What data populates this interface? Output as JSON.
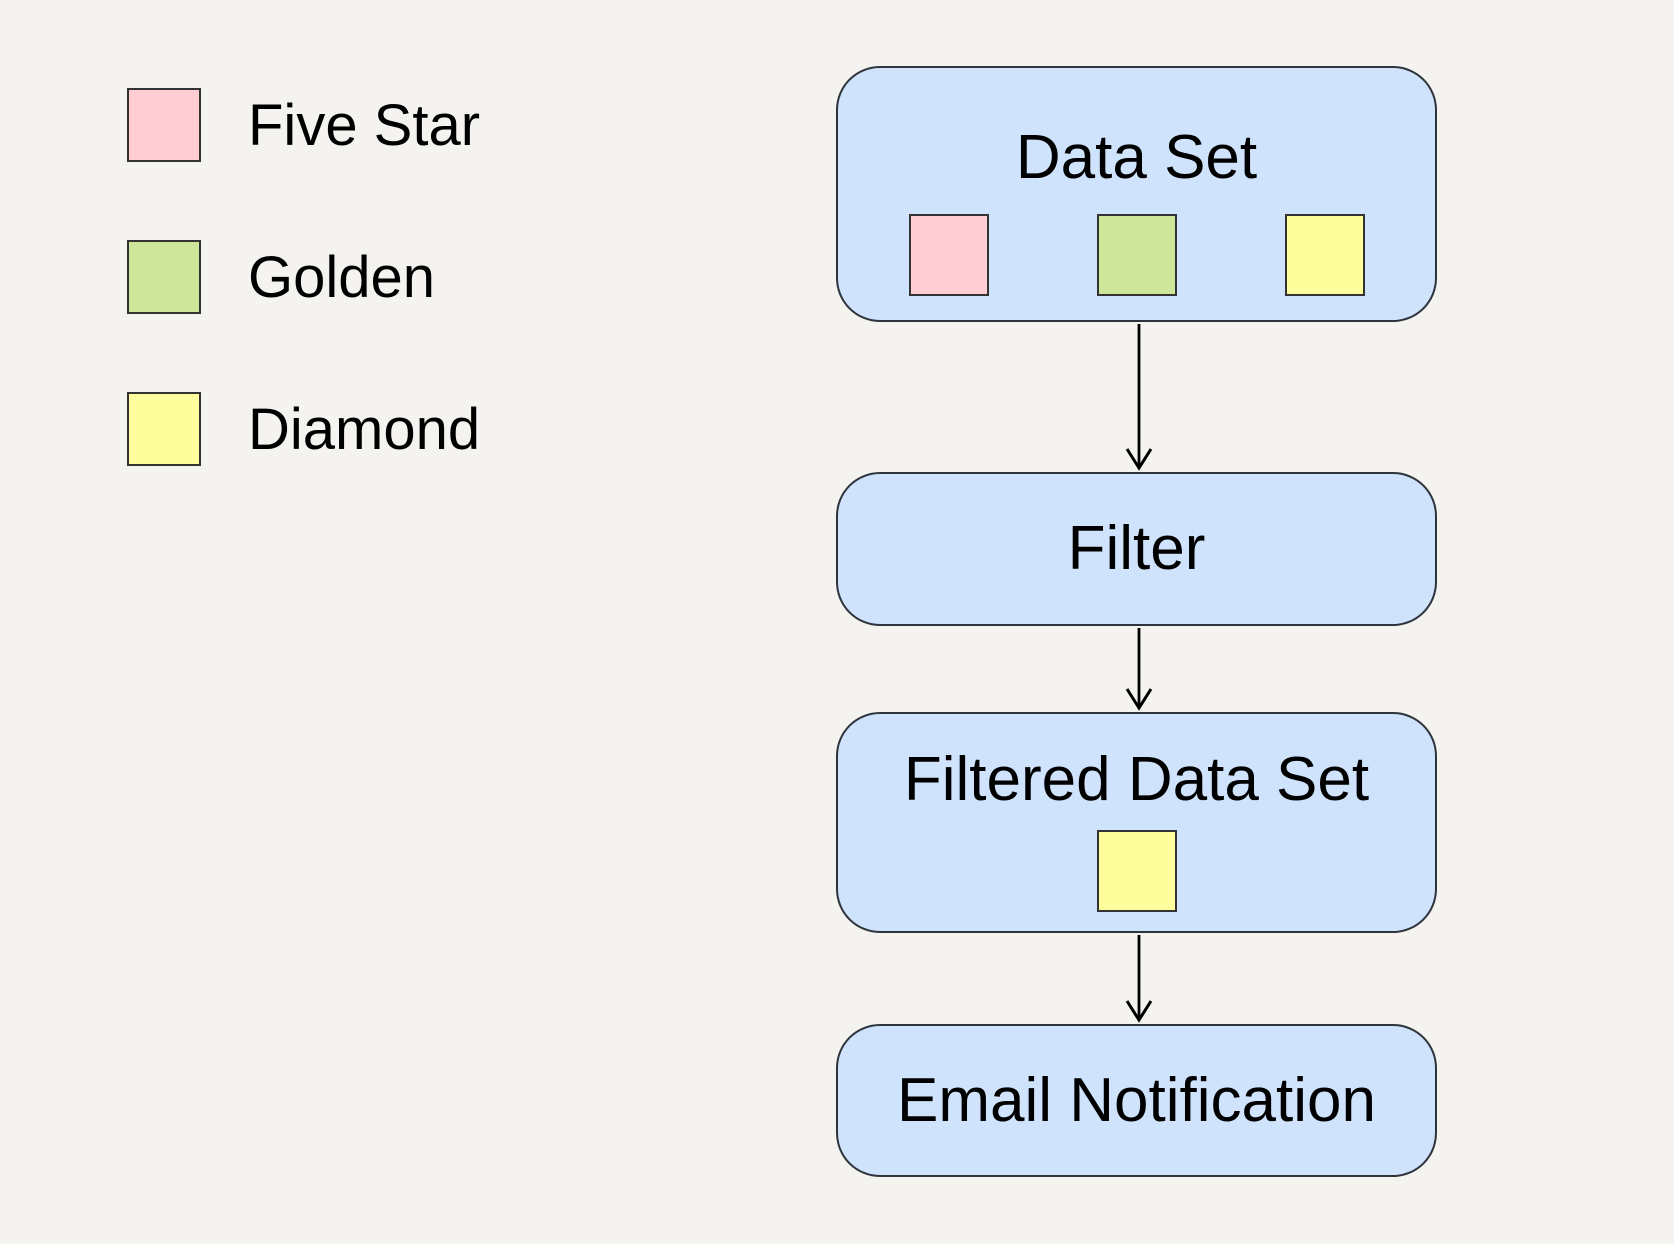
{
  "colors": {
    "canvas_bg": "#f4f3ef",
    "node_fill": "#d0e3fc",
    "node_border": "#2e343c",
    "swatch_border": "#333333",
    "arrow_color": "#000000",
    "text_color": "#000000"
  },
  "legend": {
    "items": [
      {
        "label": "Five Star",
        "color": "#ffcdd2"
      },
      {
        "label": "Golden",
        "color": "#cde69a"
      },
      {
        "label": "Diamond",
        "color": "#feff9c"
      }
    ]
  },
  "nodes": {
    "data_set": {
      "label": "Data Set",
      "swatches": [
        "#ffcdd2",
        "#cde69a",
        "#feff9c"
      ]
    },
    "filter": {
      "label": "Filter"
    },
    "filtered_data_set": {
      "label": "Filtered Data Set",
      "swatches": [
        "#feff9c"
      ]
    },
    "email_notification": {
      "label": "Email Notification"
    }
  },
  "edges": [
    {
      "from": "Data Set",
      "to": "Filter"
    },
    {
      "from": "Filter",
      "to": "Filtered Data Set"
    },
    {
      "from": "Filtered Data Set",
      "to": "Email Notification"
    }
  ]
}
